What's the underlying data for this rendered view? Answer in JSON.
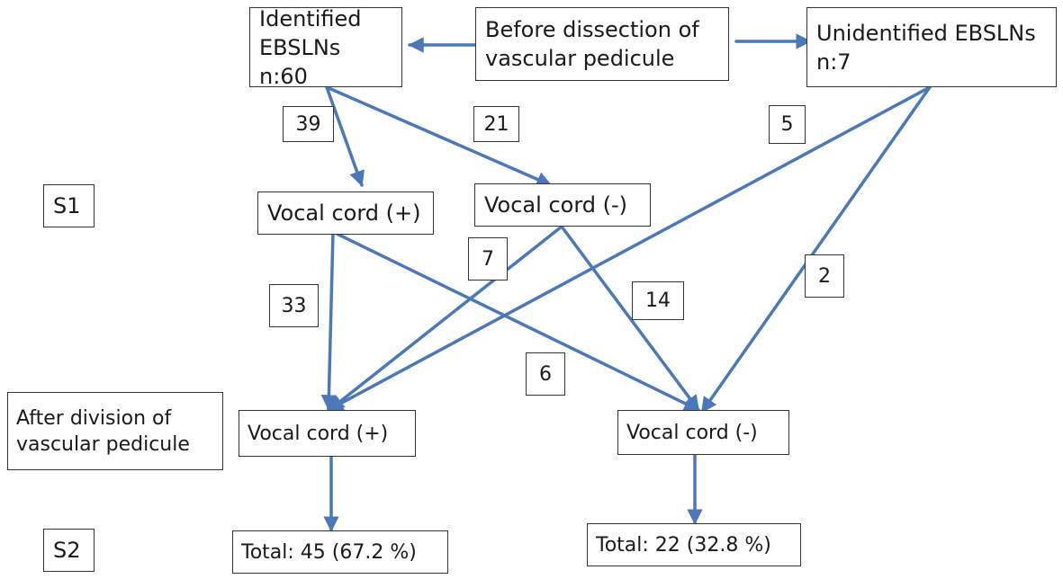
{
  "nodes": {
    "identified": "Identified\nEBSLNs n:60",
    "before": "Before dissection of\nvascular pedicule",
    "unidentified": "Unidentified EBSLNs\n n:7",
    "s1": "S1",
    "vc_pos_1": "Vocal cord (+)",
    "vc_neg_1": "Vocal cord (-)",
    "after": "After division of\nvascular pedicule",
    "vc_pos_2": "Vocal cord (+)",
    "vc_neg_2": "Vocal cord (-)",
    "s2": "S2",
    "total_pos": "Total: 45 (67.2 %)",
    "total_neg": "Total: 22 (32.8 %)"
  },
  "edge_labels": {
    "identified_to_pos": "39",
    "identified_to_neg": "21",
    "unidentified_to_pos": "5",
    "neg1_to_pos2": "7",
    "unidentified_to_neg": "2",
    "pos1_to_pos2": "33",
    "neg1_to_neg2": "14",
    "pos1_to_neg2": "6"
  },
  "edge_color": "#4a78b8"
}
